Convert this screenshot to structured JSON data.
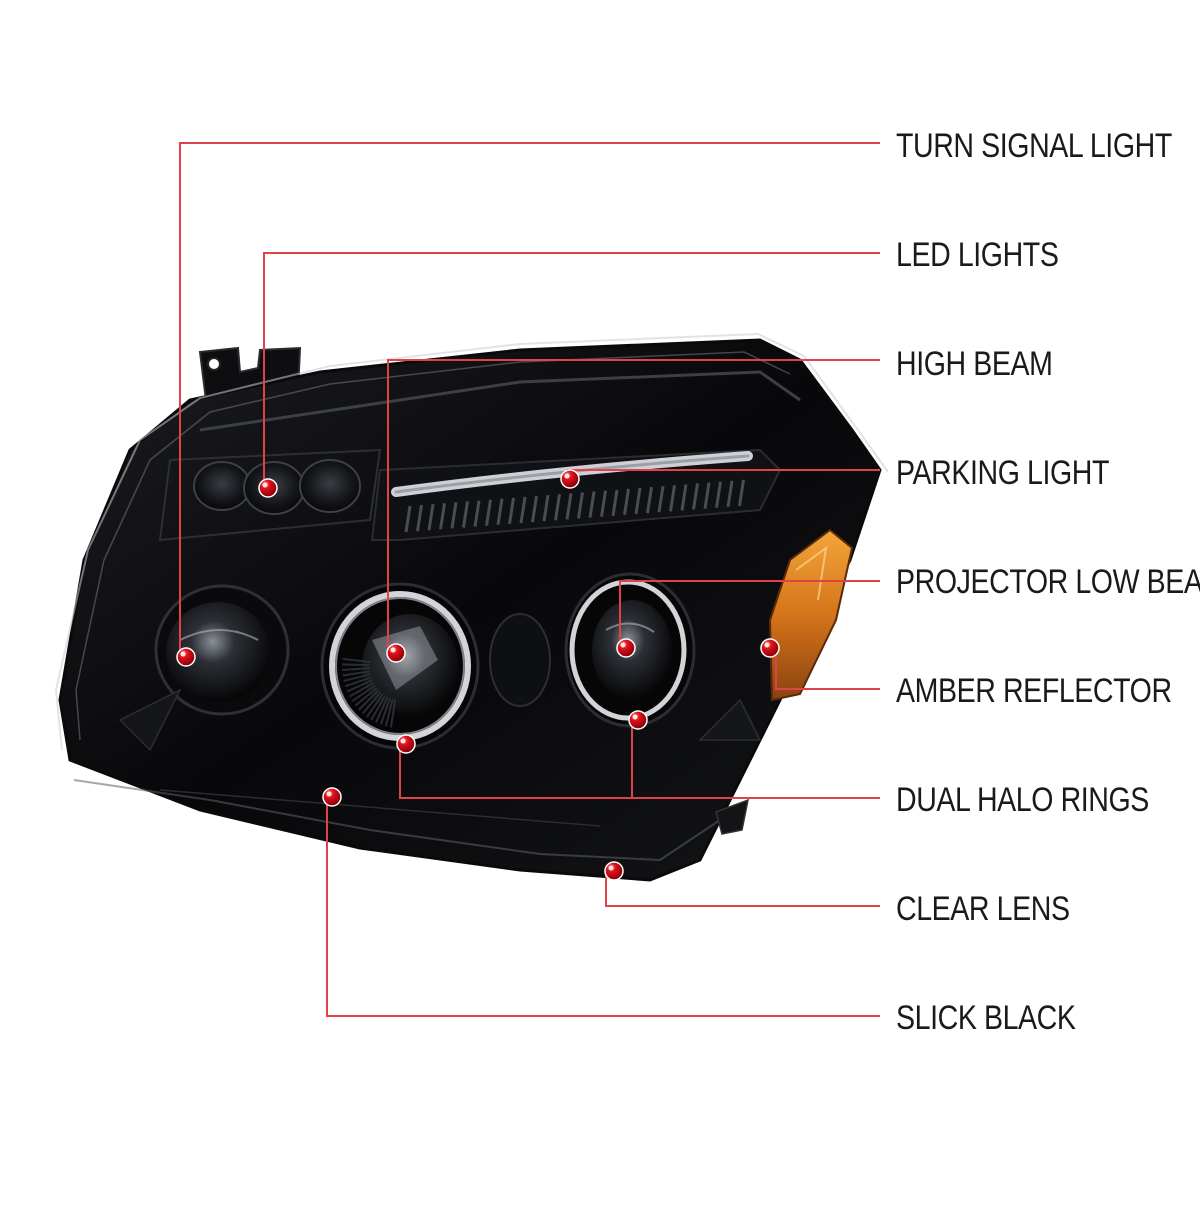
{
  "colors": {
    "leader_line": "#e0424a",
    "marker_dot": "#e0101a",
    "marker_highlight": "#ffffff",
    "label_text": "#1a1a1a",
    "housing": "#0b0b0d",
    "amber": "#e08a1a"
  },
  "callouts": [
    {
      "id": "turn-signal-light",
      "label": "TURN SIGNAL LIGHT"
    },
    {
      "id": "led-lights",
      "label": "LED LIGHTS"
    },
    {
      "id": "high-beam",
      "label": "HIGH BEAM"
    },
    {
      "id": "parking-light",
      "label": "PARKING LIGHT"
    },
    {
      "id": "projector-low-beam",
      "label": "PROJECTOR LOW BEAM"
    },
    {
      "id": "amber-reflector",
      "label": "AMBER REFLECTOR"
    },
    {
      "id": "dual-halo-rings",
      "label": "DUAL HALO RINGS"
    },
    {
      "id": "clear-lens",
      "label": "CLEAR LENS"
    },
    {
      "id": "slick-black",
      "label": "SLICK BLACK"
    }
  ]
}
